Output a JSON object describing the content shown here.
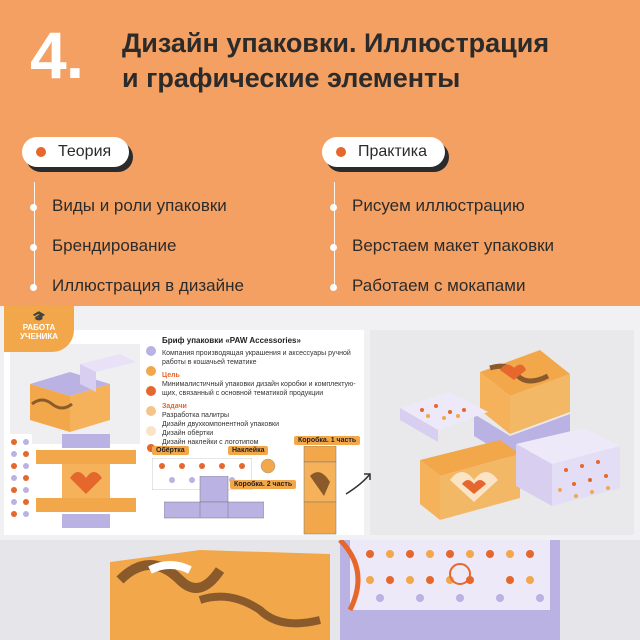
{
  "header": {
    "number": "4",
    "dot": ".",
    "title_line1": "Дизайн упаковки. Иллюстрация",
    "title_line2": "и графические элементы"
  },
  "theory": {
    "label": "Теория",
    "items": [
      "Виды и роли упаковки",
      "Брендирование",
      "Иллюстрация в дизайне"
    ]
  },
  "practice": {
    "label": "Практика",
    "items": [
      "Рисуем иллюстрацию",
      "Верстаем макет упаковки",
      "Работаем с мокапами"
    ]
  },
  "badge": {
    "line1": "РАБОТА",
    "line2": "УЧЕНИКА"
  },
  "brief": {
    "title": "Бриф упаковки «PAW Accessories»",
    "desc": "Компания производящая украшения и аксессуары ручной работы в кошачьей тематике",
    "goal_label": "Цель",
    "goal": "Минималистичный упаковки дизайн коробки и комплектую- щих, связанный с основной тематикой продукции",
    "tasks_label": "Задачи",
    "tasks": [
      "Разработка палитры",
      "Дизайн двухкомпонентной упаковки",
      "Дизайн обёртки",
      "Дизайн наклейки с логотипом"
    ]
  },
  "diagram_labels": {
    "wrap": "Обёртка",
    "sticker": "Наклейка",
    "box_part1": "Коробка. 1 часть",
    "box_part2": "Коробка. 2 часть"
  },
  "colors": {
    "background": "#F4A062",
    "accent": "#E5672B",
    "dark": "#2B2B2B",
    "lavender": "#B9B2E3",
    "badge": "#F2A84A"
  }
}
